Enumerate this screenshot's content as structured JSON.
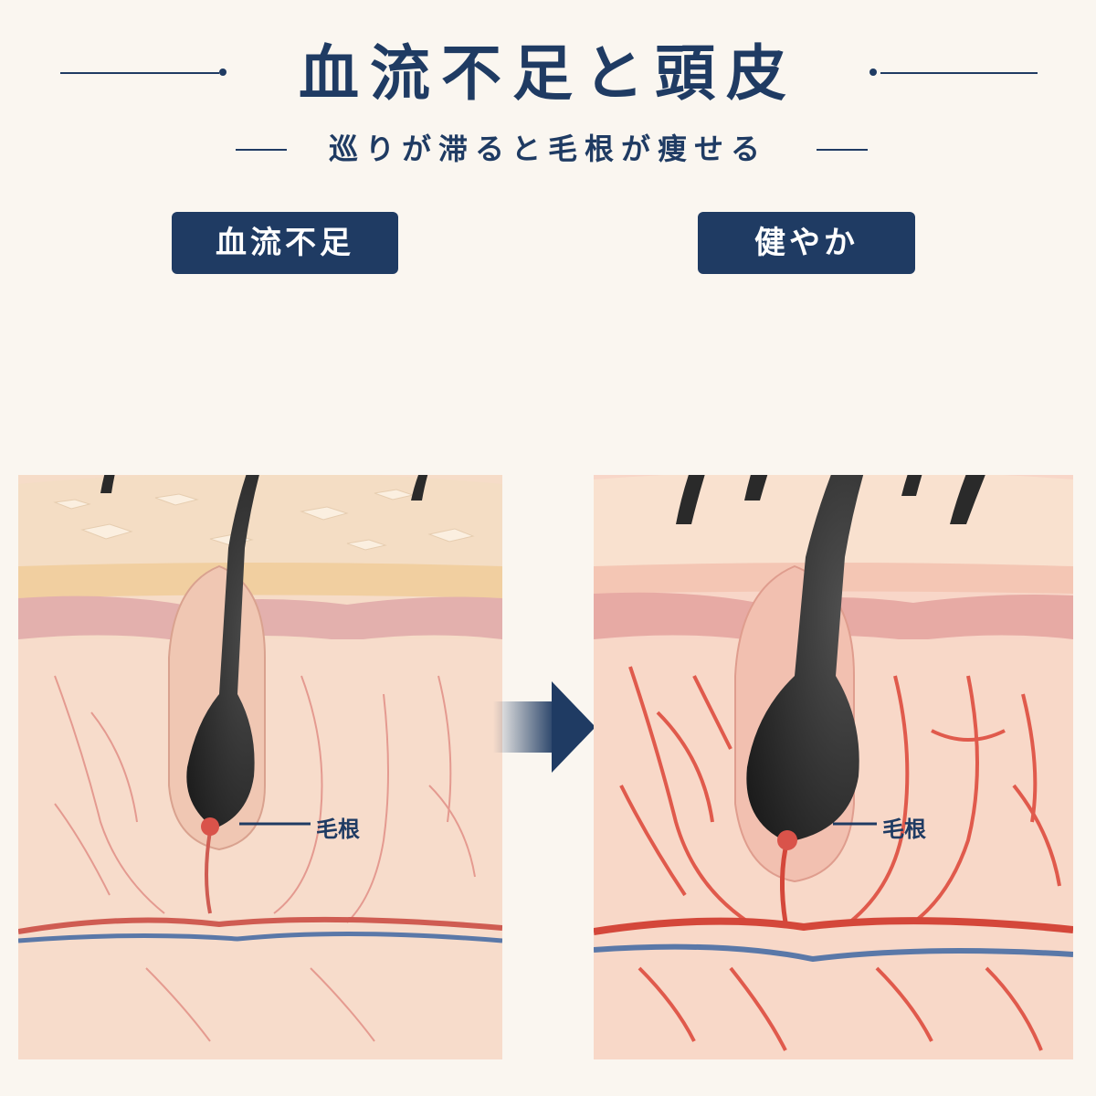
{
  "title": "血流不足と頭皮",
  "subtitle": "巡りが滞ると毛根が痩せる",
  "panels": {
    "left": {
      "label": "血流不足",
      "root_label": "毛根"
    },
    "right": {
      "label": "健やか",
      "root_label": "毛根"
    }
  },
  "colors": {
    "navy": "#1f3b63",
    "artery": "#d9534a",
    "vein": "#5a78a8",
    "skin": "#f6dcc8",
    "hair": "#2a2a2a"
  },
  "icons": {
    "arrow": "right-arrow-icon"
  }
}
